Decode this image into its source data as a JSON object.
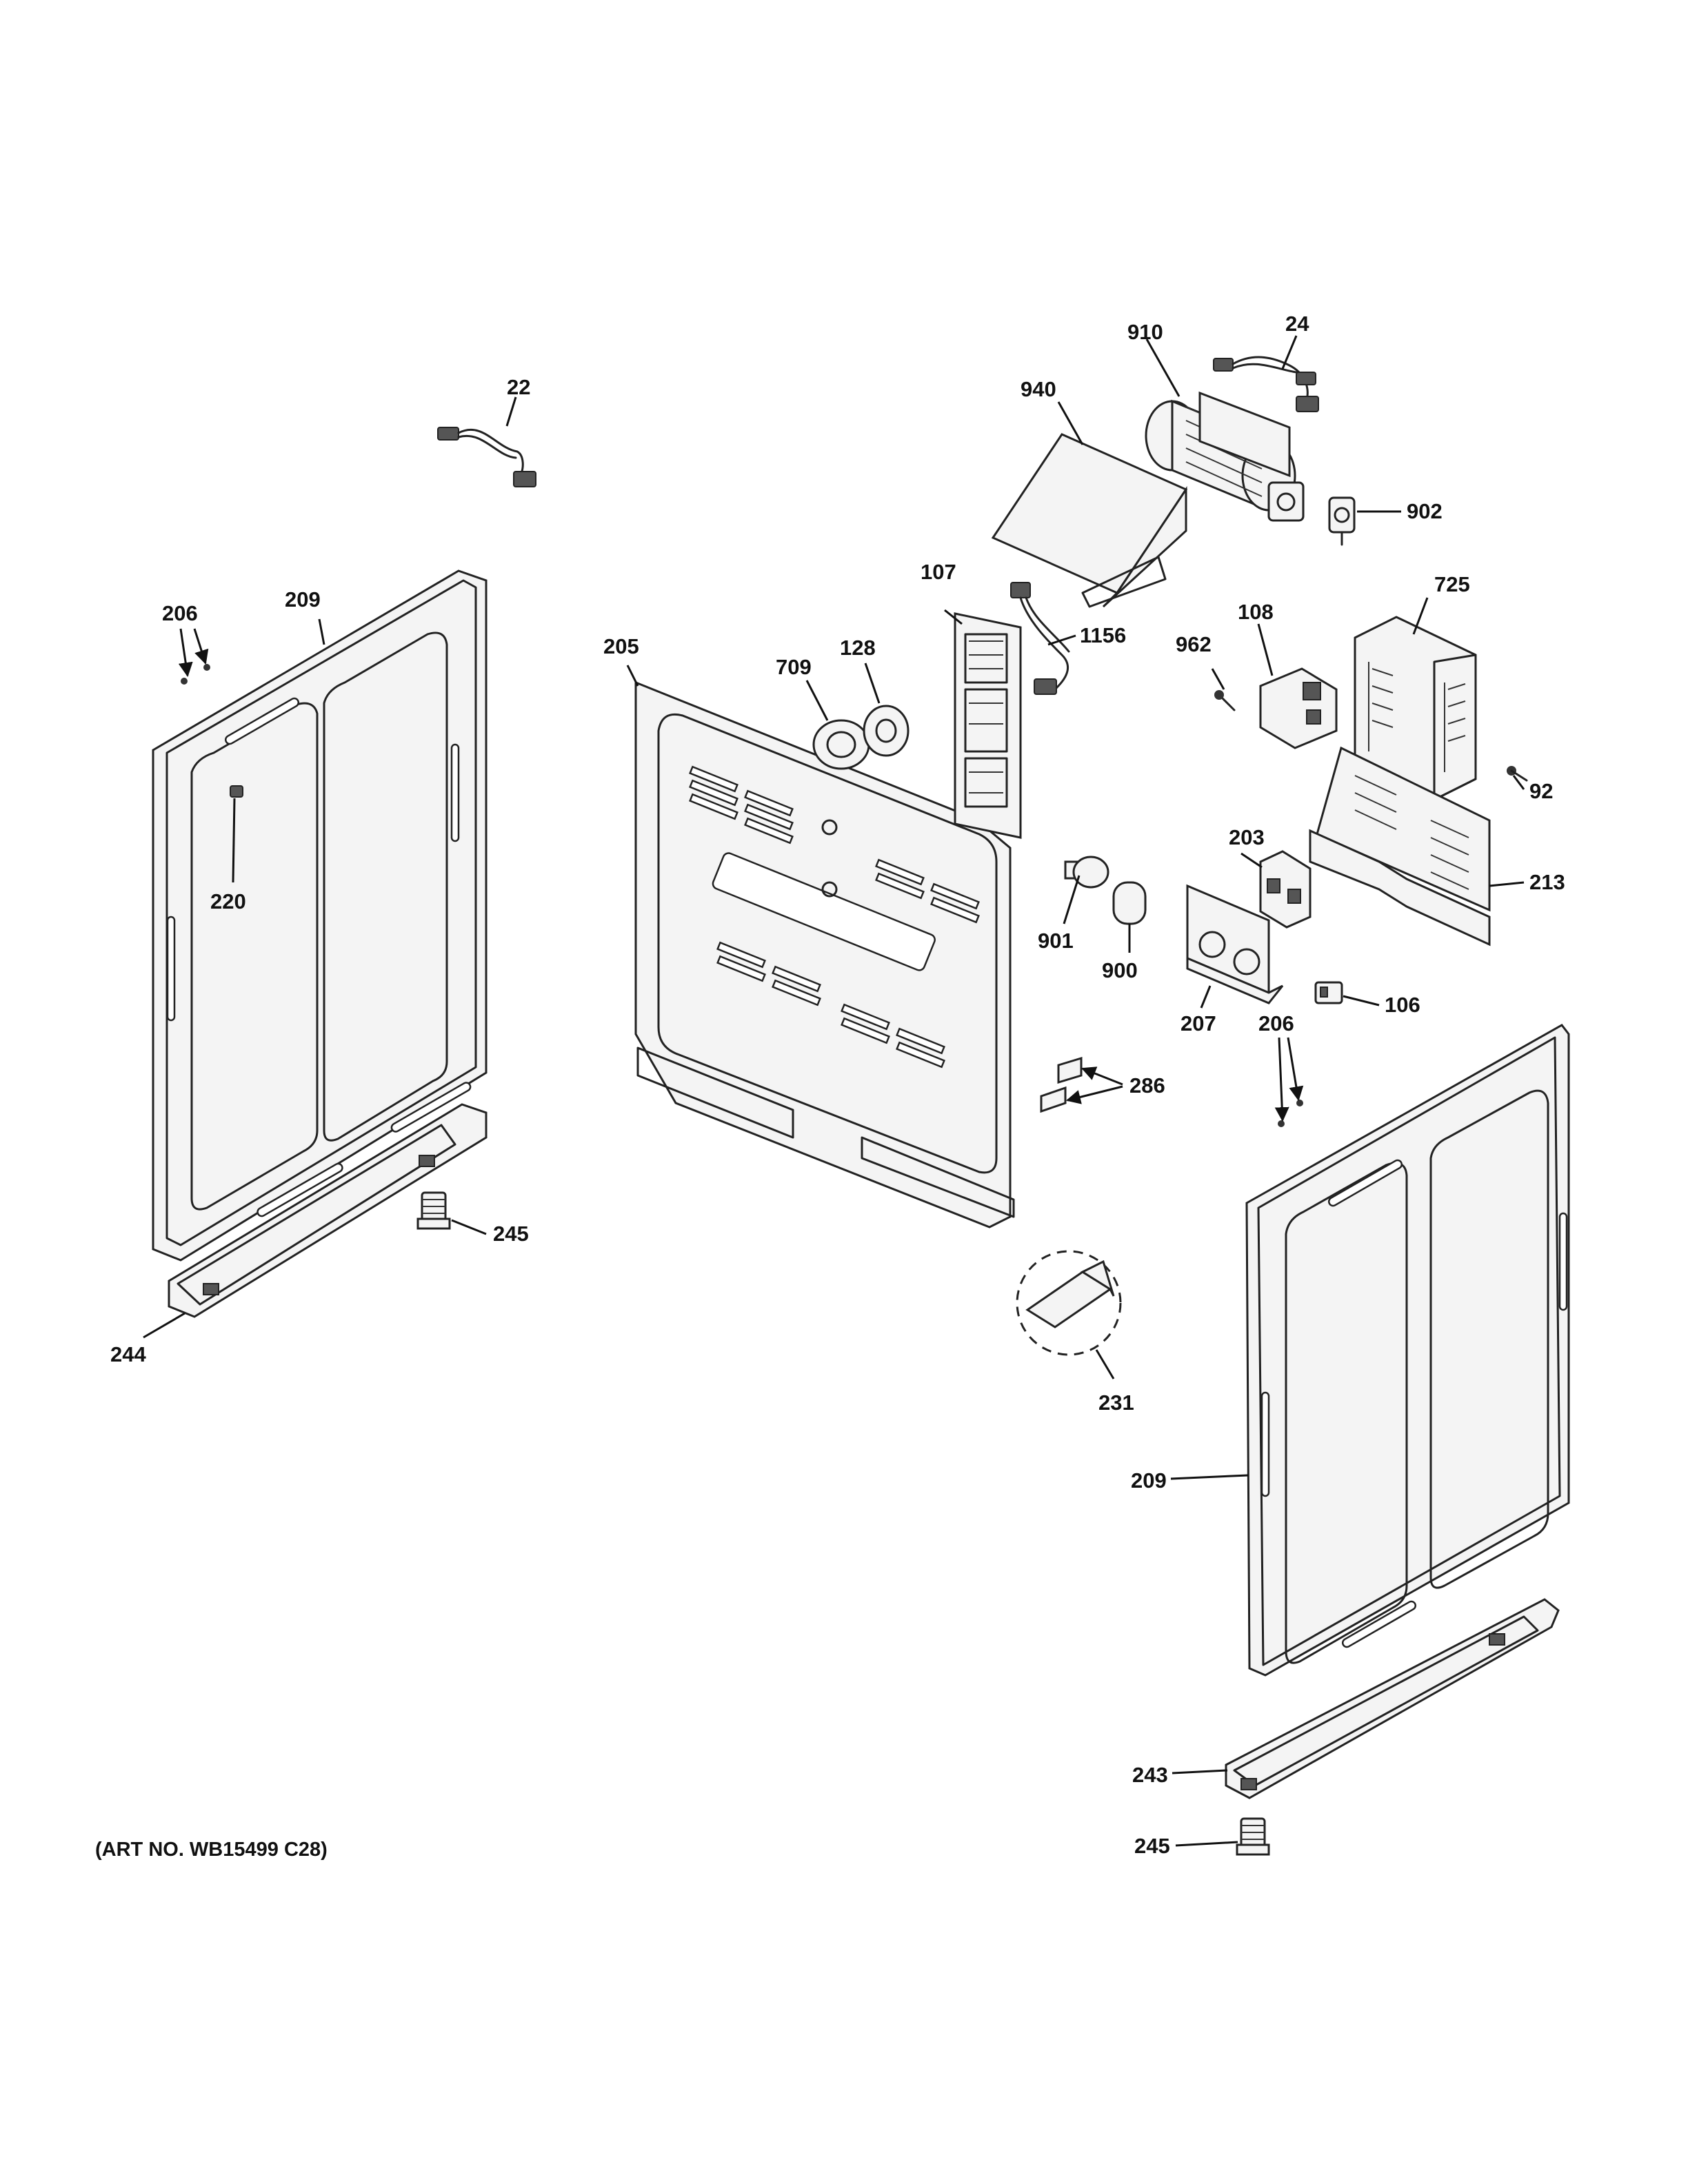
{
  "diagram": {
    "art_number": "(ART NO. WB15499 C28)",
    "callouts": {
      "c22": "22",
      "c24": "24",
      "c910": "910",
      "c940": "940",
      "c902": "902",
      "c107": "107",
      "c1156": "1156",
      "c725": "725",
      "c108": "108",
      "c962": "962",
      "c128": "128",
      "c709": "709",
      "c205": "205",
      "c206_left": "206",
      "c209_left": "209",
      "c92": "92",
      "c220": "220",
      "c203": "203",
      "c213": "213",
      "c901": "901",
      "c900": "900",
      "c207": "207",
      "c106": "106",
      "c206_right": "206",
      "c286": "286",
      "c245_left": "245",
      "c244": "244",
      "c231": "231",
      "c209_right": "209",
      "c243": "243",
      "c245_right": "245"
    }
  }
}
